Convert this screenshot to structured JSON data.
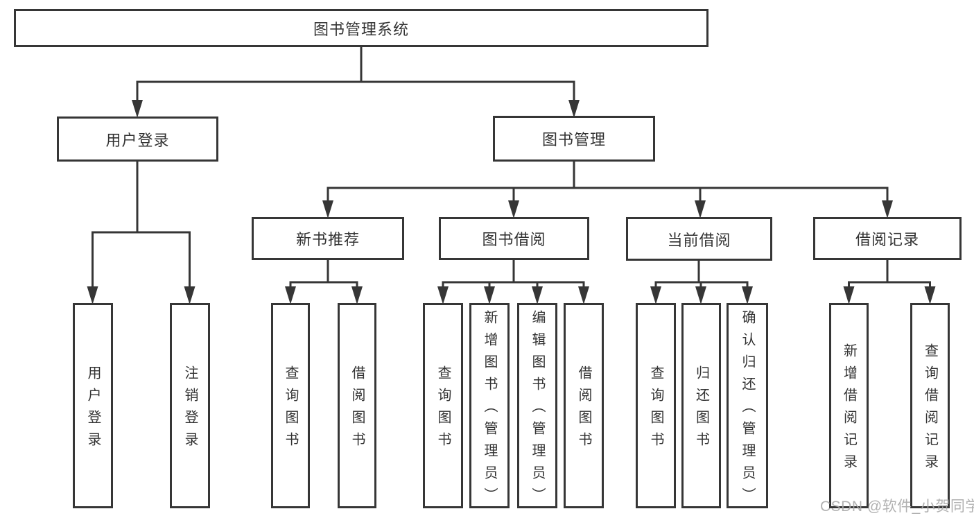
{
  "tree": {
    "root": "图书管理系统",
    "children": [
      {
        "label": "用户登录",
        "children": [
          "用户登录",
          "注销登录"
        ]
      },
      {
        "label": "图书管理",
        "children": [
          {
            "label": "新书推荐",
            "children": [
              "查询图书",
              "借阅图书"
            ]
          },
          {
            "label": "图书借阅",
            "children": [
              "查询图书",
              "新增图书（管理员）",
              "编辑图书（管理员）",
              "借阅图书"
            ]
          },
          {
            "label": "当前借阅",
            "children": [
              "查询图书",
              "归还图书",
              "确认归还（管理员）"
            ]
          },
          {
            "label": "借阅记录",
            "children": [
              "新增借阅记录",
              "查询借阅记录"
            ]
          }
        ]
      }
    ]
  },
  "watermark": {
    "text": "CSDN @软件_小贺同学"
  },
  "colors": {
    "line": "#363636",
    "text": "#333333",
    "box_fill": "#ffffff",
    "watermark": "#a8a8a8"
  }
}
